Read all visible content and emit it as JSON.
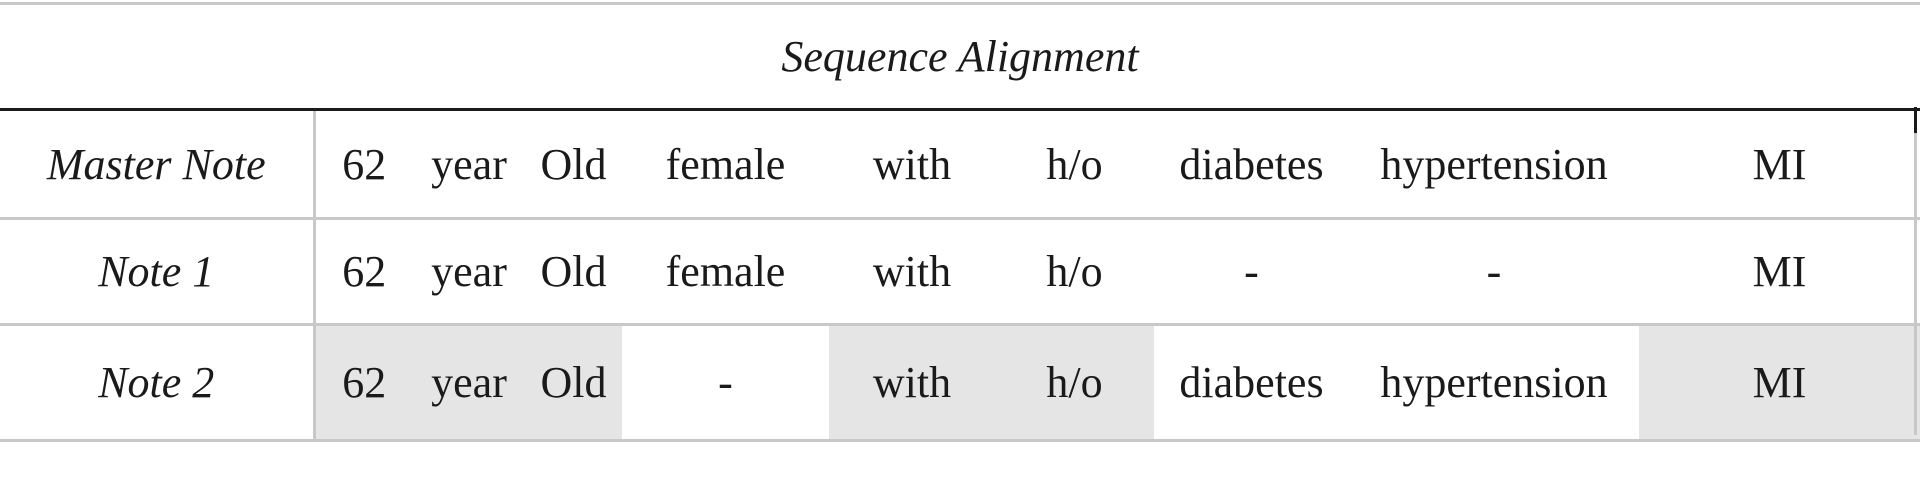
{
  "table": {
    "title": "Sequence Alignment",
    "rows": [
      {
        "label": "Master Note",
        "cells": [
          "62",
          "year",
          "Old",
          "female",
          "with",
          "h/o",
          "diabetes",
          "hypertension",
          "MI"
        ],
        "highlighted": [
          false,
          false,
          false,
          false,
          false,
          false,
          false,
          false,
          false
        ]
      },
      {
        "label": "Note 1",
        "cells": [
          "62",
          "year",
          "Old",
          "female",
          "with",
          "h/o",
          "-",
          "-",
          "MI"
        ],
        "highlighted": [
          false,
          false,
          false,
          false,
          false,
          false,
          false,
          false,
          false
        ]
      },
      {
        "label": "Note 2",
        "cells": [
          "62",
          "year",
          "Old",
          "-",
          "with",
          "h/o",
          "diabetes",
          "hypertension",
          "MI"
        ],
        "highlighted": [
          true,
          true,
          true,
          false,
          true,
          true,
          false,
          false,
          true
        ]
      }
    ]
  },
  "colors": {
    "highlight": "#e6e5e6",
    "text": "#1a1a1a",
    "grid": "#c8c8c8"
  }
}
